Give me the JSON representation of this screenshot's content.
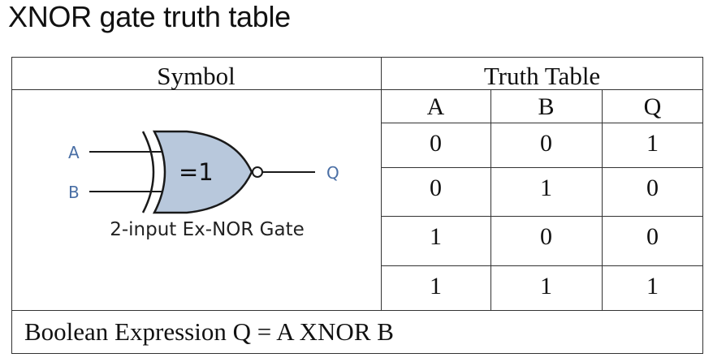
{
  "title": "XNOR gate truth table",
  "table": {
    "symbol_header": "Symbol",
    "truth_table_header": "Truth Table",
    "columns": [
      "A",
      "B",
      "Q"
    ],
    "rows": [
      [
        "0",
        "0",
        "1"
      ],
      [
        "0",
        "1",
        "0"
      ],
      [
        "1",
        "0",
        "0"
      ],
      [
        "1",
        "1",
        "1"
      ]
    ],
    "boolean_expression": "Boolean Expression Q = A XNOR B"
  },
  "gate": {
    "input_a": "A",
    "input_b": "B",
    "output": "Q",
    "symbol_text": "=1",
    "caption": "2-input Ex-NOR Gate",
    "fill_color": "#b8c8dc",
    "stroke_color": "#1a1a1a",
    "label_color": "#4a6fa5"
  }
}
